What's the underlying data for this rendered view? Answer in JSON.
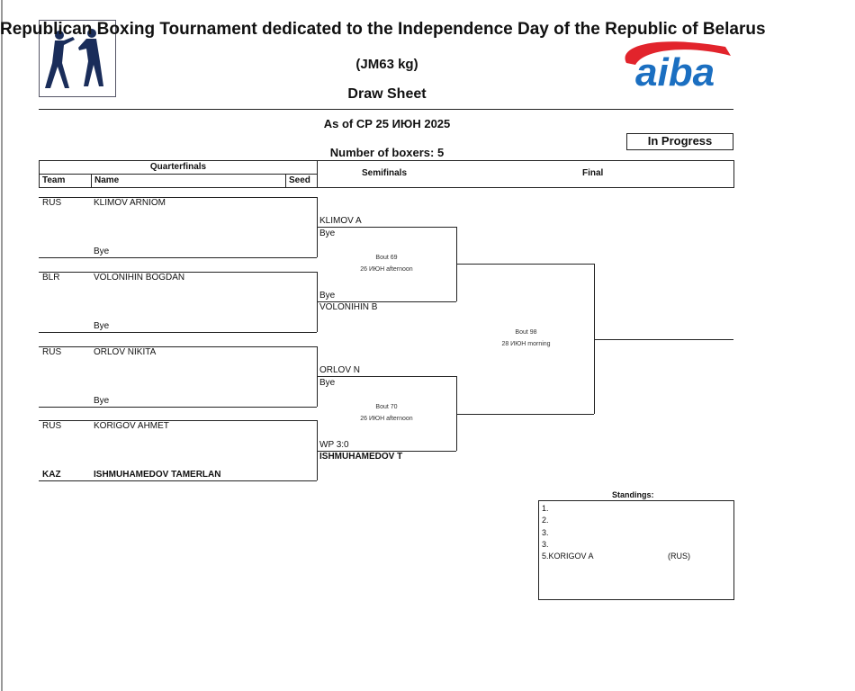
{
  "header": {
    "title": "Republican Boxing Tournament dedicated to the Independence Day of the Republic of Belarus",
    "weight": "(JM63 kg)",
    "sheet": "Draw Sheet",
    "as_of": "As of СР 25 ИЮН 2025",
    "num_boxers": "Number of boxers: 5",
    "status": "In Progress",
    "logo_text": "aiba"
  },
  "columns": {
    "quarterfinals": "Quarterfinals",
    "team": "Team",
    "name": "Name",
    "seed": "Seed",
    "semifinals": "Semifinals",
    "final": "Final"
  },
  "qf": [
    {
      "team": "RUS",
      "name": "KLIMOV ARNIOM",
      "opp": "Bye",
      "opp_team": ""
    },
    {
      "team": "BLR",
      "name": "VOLONIHIN BOGDAN",
      "opp": "Bye",
      "opp_team": ""
    },
    {
      "team": "RUS",
      "name": "ORLOV NIKITA",
      "opp": "Bye",
      "opp_team": ""
    },
    {
      "team": "RUS",
      "name": "KORIGOV AHMET",
      "opp": "ISHMUHAMEDOV TAMERLAN",
      "opp_team": "KAZ"
    }
  ],
  "sf": [
    {
      "top": "KLIMOV A",
      "top_result": "Bye",
      "bottom_result": "Bye",
      "bottom": "VOLONIHIN B",
      "bout": "Bout 69",
      "time": "26 ИЮН afternoon"
    },
    {
      "top": "ORLOV N",
      "top_result": "Bye",
      "bottom_result": "WP 3:0",
      "bottom": "ISHMUHAMEDOV T",
      "bout": "Bout 70",
      "time": "26 ИЮН afternoon"
    }
  ],
  "final": {
    "bout": "Bout 98",
    "time": "28 ИЮН morning"
  },
  "standings": {
    "title": "Standings:",
    "rows": [
      "1.",
      "2.",
      "3.",
      "3.",
      "5.KORIGOV A"
    ],
    "team5": "(RUS)"
  }
}
